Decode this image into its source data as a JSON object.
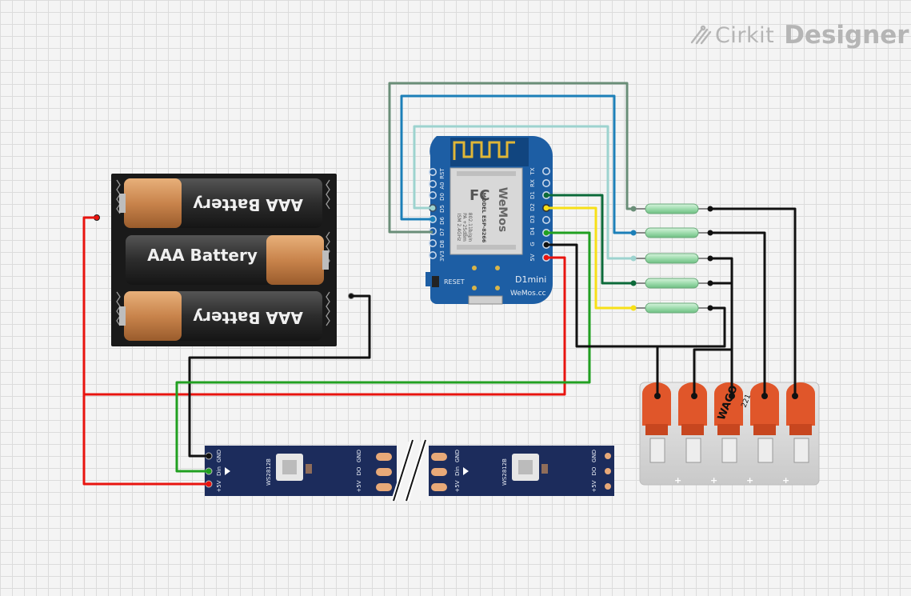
{
  "logo": {
    "brand": "Cirkit",
    "product": "Designer",
    "icon": "cirkit-logo-icon"
  },
  "battery_pack": {
    "cells": [
      {
        "label": "AAA Battery",
        "flipped": true
      },
      {
        "label": "AAA Battery",
        "flipped": false
      },
      {
        "label": "AAA Battery",
        "flipped": true
      }
    ]
  },
  "d1mini": {
    "module_model": "MODEL ESP-8266",
    "module_lines": [
      "WeMos",
      "802.11b/g/n",
      "PA +25dBm",
      "ISM 2.4GHz"
    ],
    "fc_mark": "FC",
    "left_pins": [
      "RST",
      "A0",
      "D0",
      "D5",
      "D6",
      "D7",
      "D8",
      "3V3"
    ],
    "right_pins": [
      "TX",
      "RX",
      "D1",
      "D2",
      "D3",
      "D4",
      "G",
      "5V"
    ],
    "reset_label": "RESET",
    "title": "D1mini",
    "site": "WeMos.cc"
  },
  "led_strip": {
    "chip_label": "WS2812B",
    "left_pins": [
      "GND",
      "Din",
      "+5V"
    ],
    "right_pins": [
      "GND",
      "DO",
      "+5V"
    ]
  },
  "wago": {
    "brand": "WAGO",
    "model": "221",
    "slots": 5
  },
  "reed_switches": {
    "count": 5
  },
  "colors": {
    "wire_red": "#e8140f",
    "wire_black": "#111111",
    "wire_green": "#21a021",
    "wire_yellow": "#f7e017",
    "wire_darkgreen": "#0c6a3a",
    "wire_blue": "#1c7fb8",
    "wire_lightteal": "#9dd3cf",
    "wire_sage": "#6a8e78",
    "board_blue": "#1d5ea4",
    "strip_navy": "#1c2c5c",
    "wago_orange": "#e0562a"
  }
}
